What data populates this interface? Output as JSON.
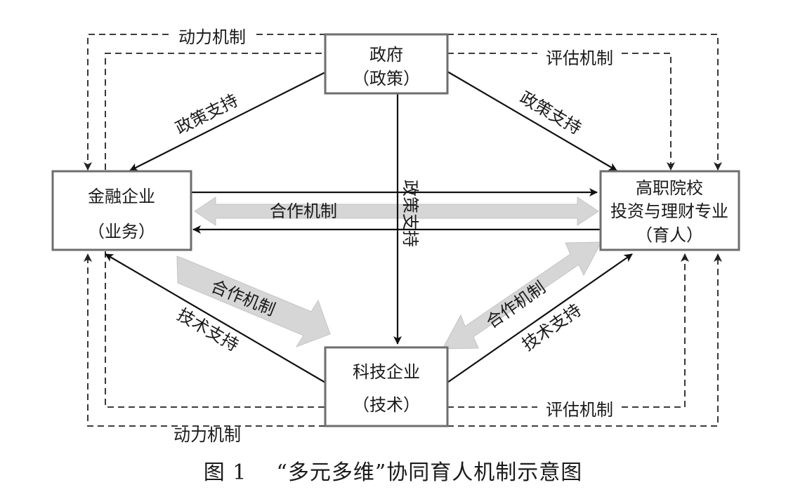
{
  "nodes": {
    "government": {
      "line1": "政府",
      "line2": "（政策）"
    },
    "finance": {
      "line1": "金融企业",
      "line2": "（业务）"
    },
    "college": {
      "line1": "高职院校",
      "line2": "投资与理财专业",
      "line3": "（育人）"
    },
    "tech": {
      "line1": "科技企业",
      "line2": "（技术）"
    }
  },
  "labels": {
    "motivation_top": "动力机制",
    "motivation_bottom": "动力机制",
    "evaluation_top": "评估机制",
    "evaluation_bottom": "评估机制",
    "policy_support_left": "政策支持",
    "policy_support_right": "政策支持",
    "policy_support_center": "政策支持",
    "cooperation_center": "合作机制",
    "cooperation_left": "合作机制",
    "cooperation_right": "合作机制",
    "tech_support_left": "技术支持",
    "tech_support_right": "技术支持"
  },
  "caption": {
    "figure_number": "图 1",
    "title": "“多元多维”协同育人机制示意图"
  }
}
